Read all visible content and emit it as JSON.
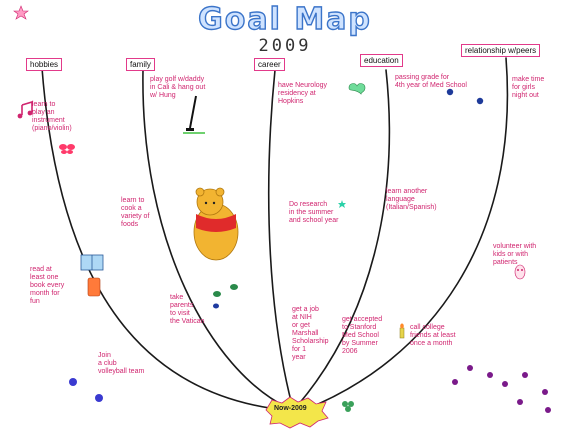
{
  "title": "Goal Map",
  "year": "2009",
  "center": "Now-2009",
  "colors": {
    "branch": "#1a1a1a",
    "note": "#d0256f",
    "label_border": "#e23a8a",
    "title_fill": "#cfe3ff",
    "title_stroke": "#3b74c9",
    "badge": "#f3e64a"
  },
  "categories": [
    {
      "label": "hobbies"
    },
    {
      "label": "family"
    },
    {
      "label": "career"
    },
    {
      "label": "education"
    },
    {
      "label": "relationship w/peers"
    }
  ],
  "notes": {
    "hobbies_1": "learn to\nplay an\ninstrument\n(piano/violin)",
    "hobbies_2": "read at\nleast one\nbook every\nmonth for\nfun",
    "hobbies_3": "Join\na club\nvolleyball team",
    "family_1": "play golf w/daddy\nin Cali & hang out\nw/ Hung",
    "family_2": "learn to\ncook a\nvariety of\nfoods",
    "family_3": "take\nparents\nto visit\nthe Vatican",
    "career_1": "have Neurology\nresidency at\nHopkins",
    "career_2": "Do research\nin the summer\nand school year",
    "career_3": "get a job\nat NIH\nor get\nMarshall\nScholarship\nfor 1\nyear",
    "education_1": "passing grade for\n4th year of Med School",
    "education_2": "learn another\nlanguage\n(Italian/Spanish)",
    "education_3": "get accepted\nto Stanford\nMed School\nby Summer\n2006",
    "relationship_1": "make time\nfor girls\nnight out",
    "relationship_2": "volunteer with\nkids or with\npatients",
    "relationship_3": "call college\nfriends at least\nonce a month"
  }
}
